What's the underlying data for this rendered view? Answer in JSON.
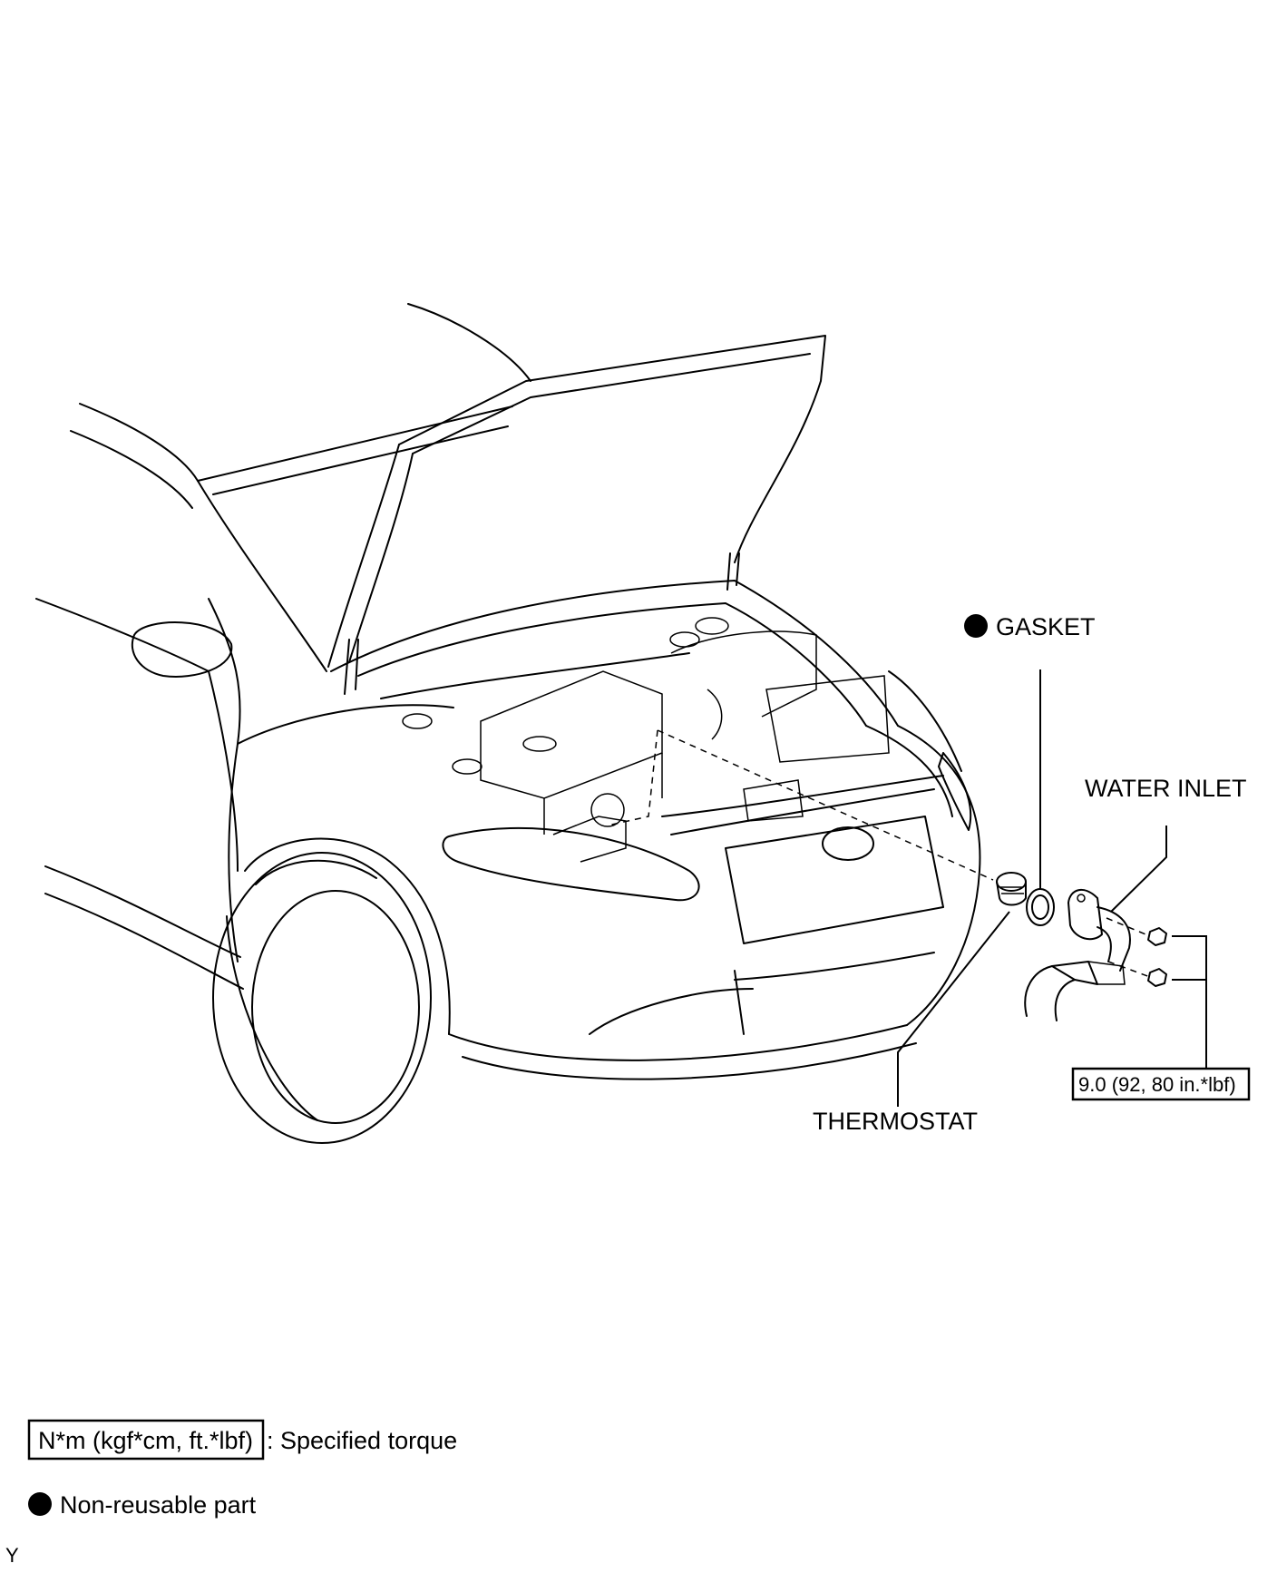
{
  "labels": {
    "gasket": "GASKET",
    "water_inlet": "WATER INLET",
    "thermostat": "THERMOSTAT",
    "torque_value": "9.0 (92, 80 in.*lbf)"
  },
  "legend": {
    "torque_box": "N*m (kgf*cm, ft.*lbf)",
    "torque_desc": ": Specified torque",
    "nonreusable_desc": "Non-reusable part"
  },
  "corner_code": "Y",
  "icons": {
    "non_reusable": "filled-circle-icon"
  },
  "colors": {
    "line": "#000000",
    "background": "#ffffff"
  }
}
